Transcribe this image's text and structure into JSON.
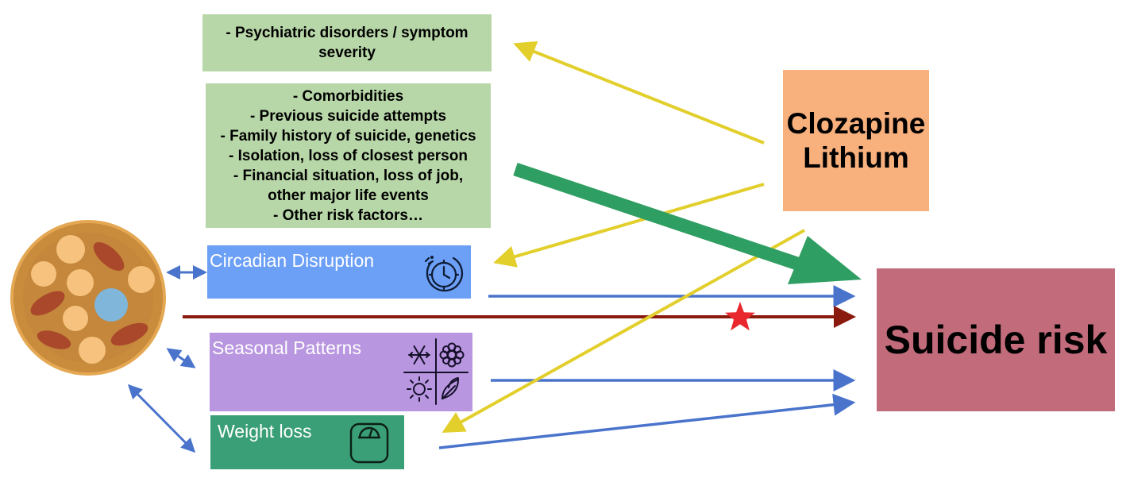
{
  "psychiatric_box": {
    "lines": [
      "- Psychiatric disorders / symptom",
      "severity"
    ]
  },
  "risk_factors_box": {
    "lines": [
      "- Comorbidities",
      "- Previous suicide attempts",
      "- Family history of suicide, genetics",
      "- Isolation, loss of closest person",
      "- Financial situation, loss of job,",
      "other major life events",
      "- Other risk factors…"
    ]
  },
  "treatment_box": {
    "lines": [
      "Clozapine",
      "Lithium"
    ]
  },
  "outcome_box": {
    "label": "Suicide risk"
  },
  "factors": {
    "circadian": {
      "label": "Circadian Disruption",
      "icon": "clock-icon"
    },
    "seasonal": {
      "label": "Seasonal Patterns",
      "icon": "seasons-icon"
    },
    "weight": {
      "label": "Weight loss",
      "icon": "scale-icon"
    }
  },
  "colors": {
    "green_box": "#b8d7a8",
    "treatment": "#f8b07d",
    "outcome": "#c26b7b",
    "circadian": "#6c9ff6",
    "seasonal": "#b996e0",
    "weight": "#3a9f76",
    "blue_arrow": "#4a74cc",
    "yellow_arrow": "#e2cf2c",
    "green_arrow": "#2f9e63",
    "red_arrow": "#8b1a0e",
    "star": "#e8282c"
  }
}
